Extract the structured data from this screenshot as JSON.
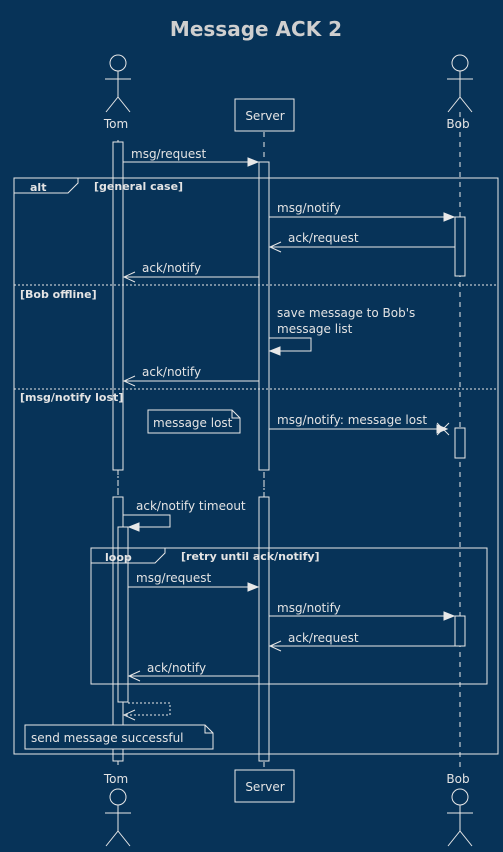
{
  "diagram": {
    "title": "Message ACK 2",
    "participants": {
      "tom": "Tom",
      "server": "Server",
      "bob": "Bob"
    },
    "messages": {
      "m1": "msg/request",
      "m2": "msg/notify",
      "m3": "ack/request",
      "m4": "ack/notify",
      "m5_line1": "save message to Bob's",
      "m5_line2": "message list",
      "m6": "ack/notify",
      "m7": "msg/notify: message lost",
      "m8": "ack/notify timeout",
      "m9": "msg/request",
      "m10": "msg/notify",
      "m11": "ack/request",
      "m12": "ack/notify"
    },
    "fragments": {
      "alt_keyword": "alt",
      "alt_guard1": "[general case]",
      "alt_guard2": "[Bob offline]",
      "alt_guard3": "[msg/notify lost]",
      "loop_keyword": "loop",
      "loop_guard": "[retry until ack/notify]"
    },
    "notes": {
      "lost": "message lost",
      "success": "send message successful"
    }
  }
}
